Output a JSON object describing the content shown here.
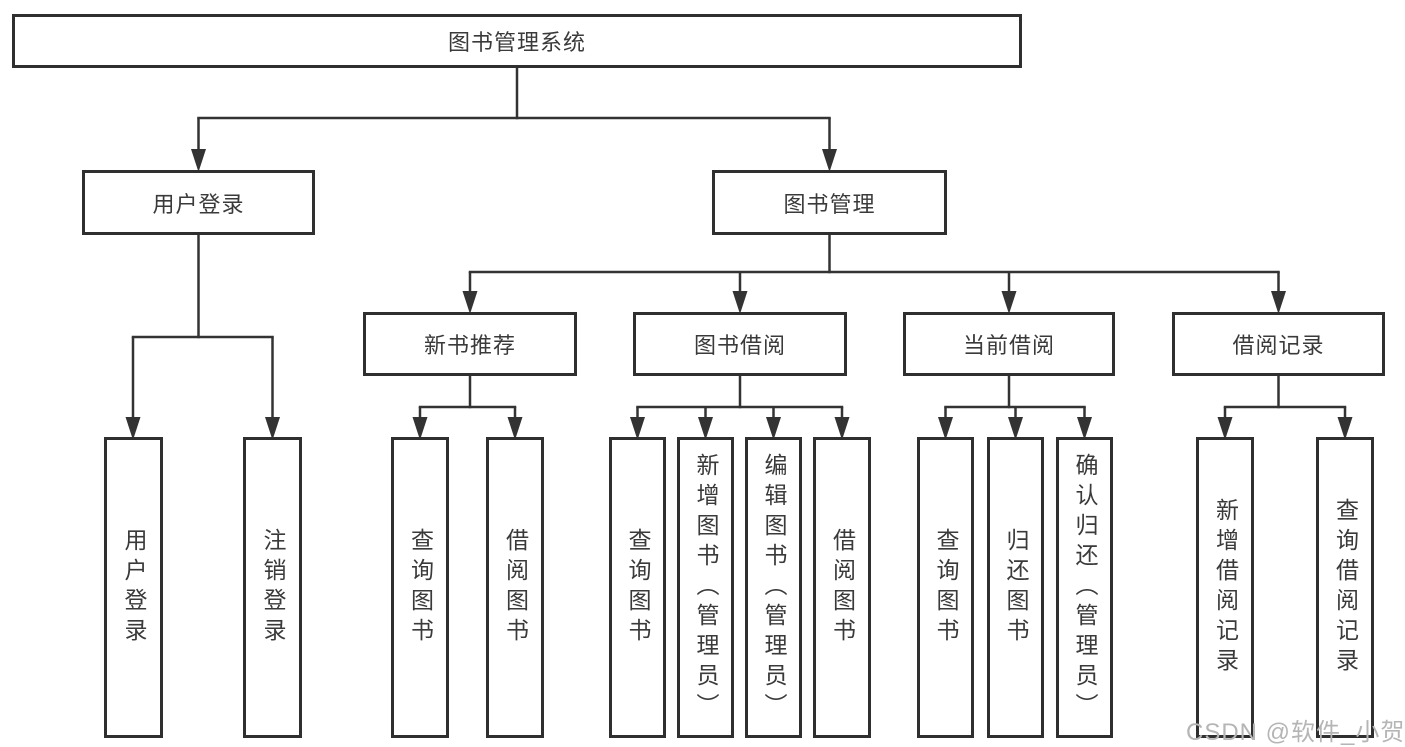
{
  "diagram": {
    "root": {
      "label": "图书管理系统"
    },
    "level2": [
      {
        "id": "user-login",
        "label": "用户登录"
      },
      {
        "id": "book-management",
        "label": "图书管理"
      }
    ],
    "level3": [
      {
        "id": "new-book-recommend",
        "label": "新书推荐",
        "parent": "图书管理"
      },
      {
        "id": "book-borrowing",
        "label": "图书借阅",
        "parent": "图书管理"
      },
      {
        "id": "current-borrowing",
        "label": "当前借阅",
        "parent": "图书管理"
      },
      {
        "id": "borrowing-records",
        "label": "借阅记录",
        "parent": "图书管理"
      }
    ],
    "level4": [
      {
        "label": "用户登录",
        "parent": "用户登录"
      },
      {
        "label": "注销登录",
        "parent": "用户登录"
      },
      {
        "label": "查询图书",
        "parent": "新书推荐"
      },
      {
        "label": "借阅图书",
        "parent": "新书推荐"
      },
      {
        "label": "查询图书",
        "parent": "图书借阅"
      },
      {
        "label": "新增图书（管理员）",
        "parent": "图书借阅"
      },
      {
        "label": "编辑图书（管理员）",
        "parent": "图书借阅"
      },
      {
        "label": "借阅图书",
        "parent": "图书借阅"
      },
      {
        "label": "查询图书",
        "parent": "当前借阅"
      },
      {
        "label": "归还图书",
        "parent": "当前借阅"
      },
      {
        "label": "确认归还（管理员）",
        "parent": "当前借阅"
      },
      {
        "label": "新增借阅记录",
        "parent": "借阅记录"
      },
      {
        "label": "查询借阅记录",
        "parent": "借阅记录"
      }
    ],
    "watermark": "CSDN @软件_小贺同学",
    "colors": {
      "line": "#333333",
      "box_border": "#2f2f2f",
      "text": "#3a3a3a",
      "watermark": "#b5b5b5",
      "background": "#ffffff"
    }
  }
}
